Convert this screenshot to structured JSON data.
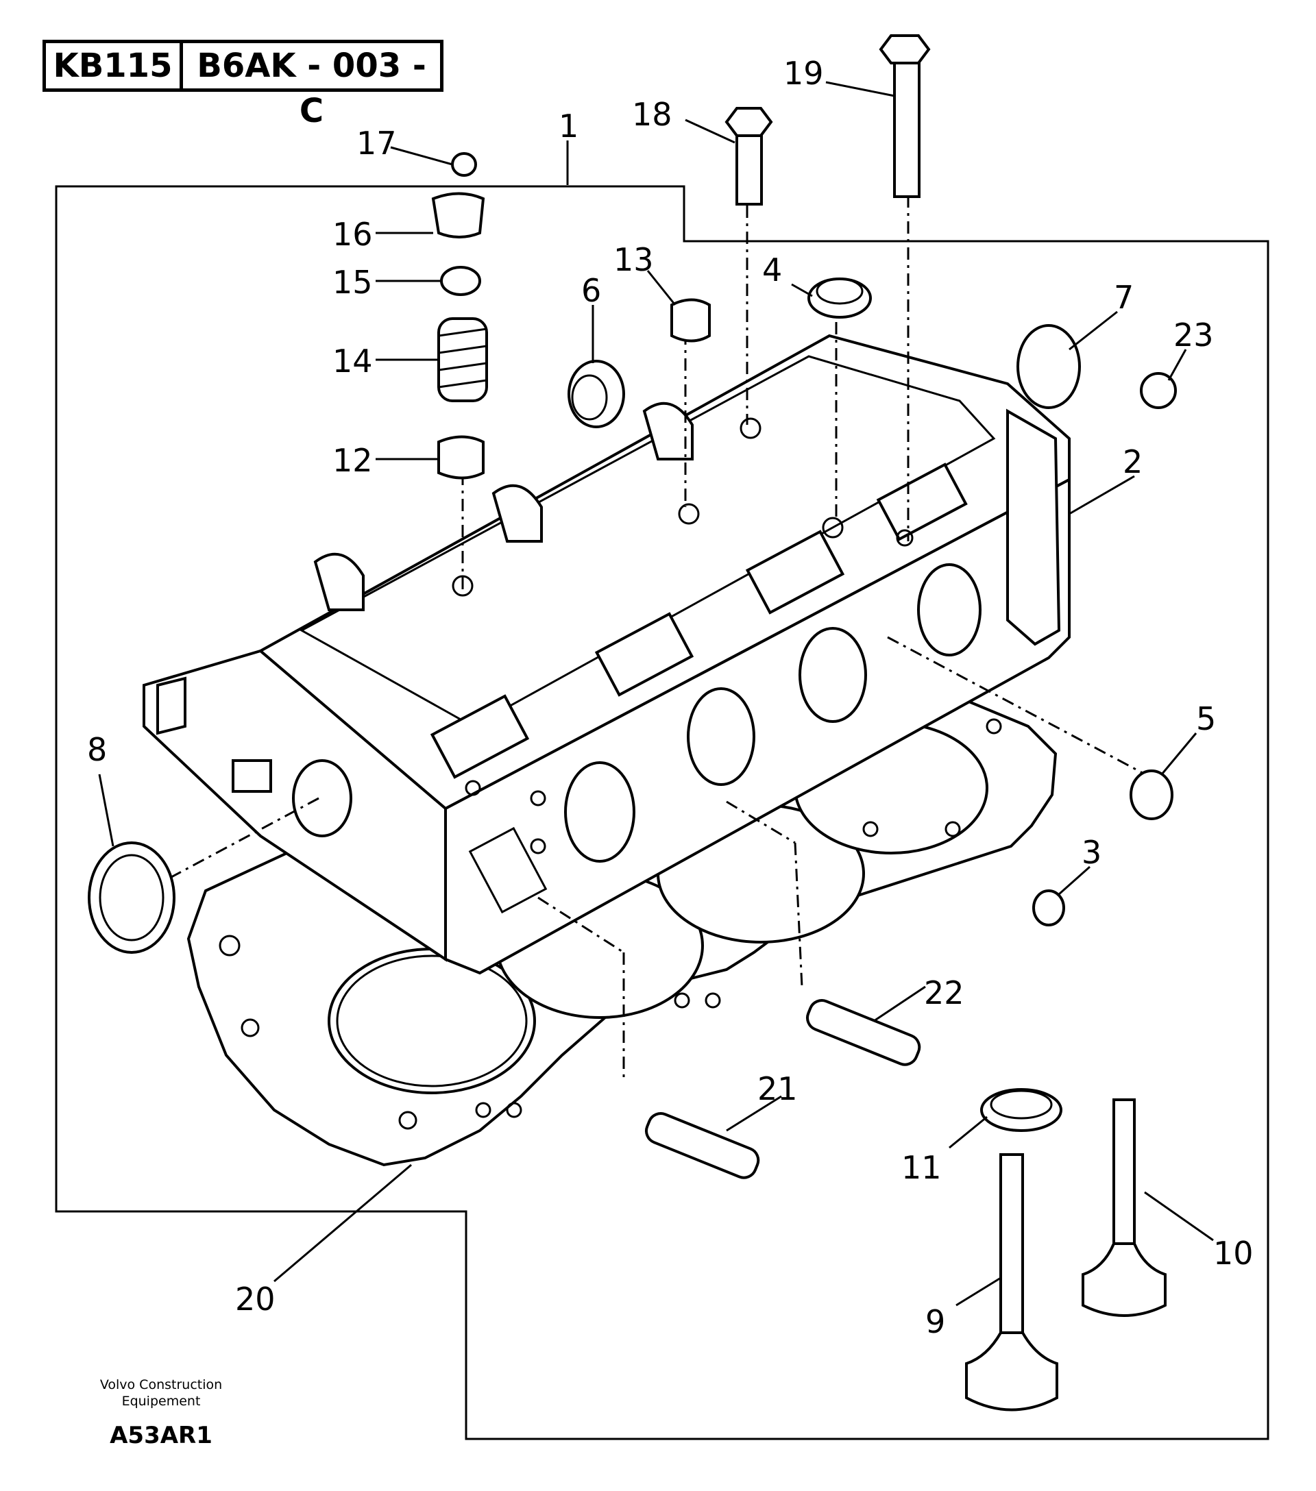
{
  "header": {
    "model_code": "KB115",
    "drawing_code": "B6AK - 003 - C"
  },
  "callouts": [
    "1",
    "2",
    "3",
    "4",
    "5",
    "6",
    "7",
    "8",
    "9",
    "10",
    "11",
    "12",
    "13",
    "14",
    "15",
    "16",
    "17",
    "18",
    "19",
    "20",
    "21",
    "22",
    "23"
  ],
  "footer": {
    "manufacturer_line1": "Volvo Construction",
    "manufacturer_line2": "Equipement",
    "figure_id": "A53AR1"
  }
}
